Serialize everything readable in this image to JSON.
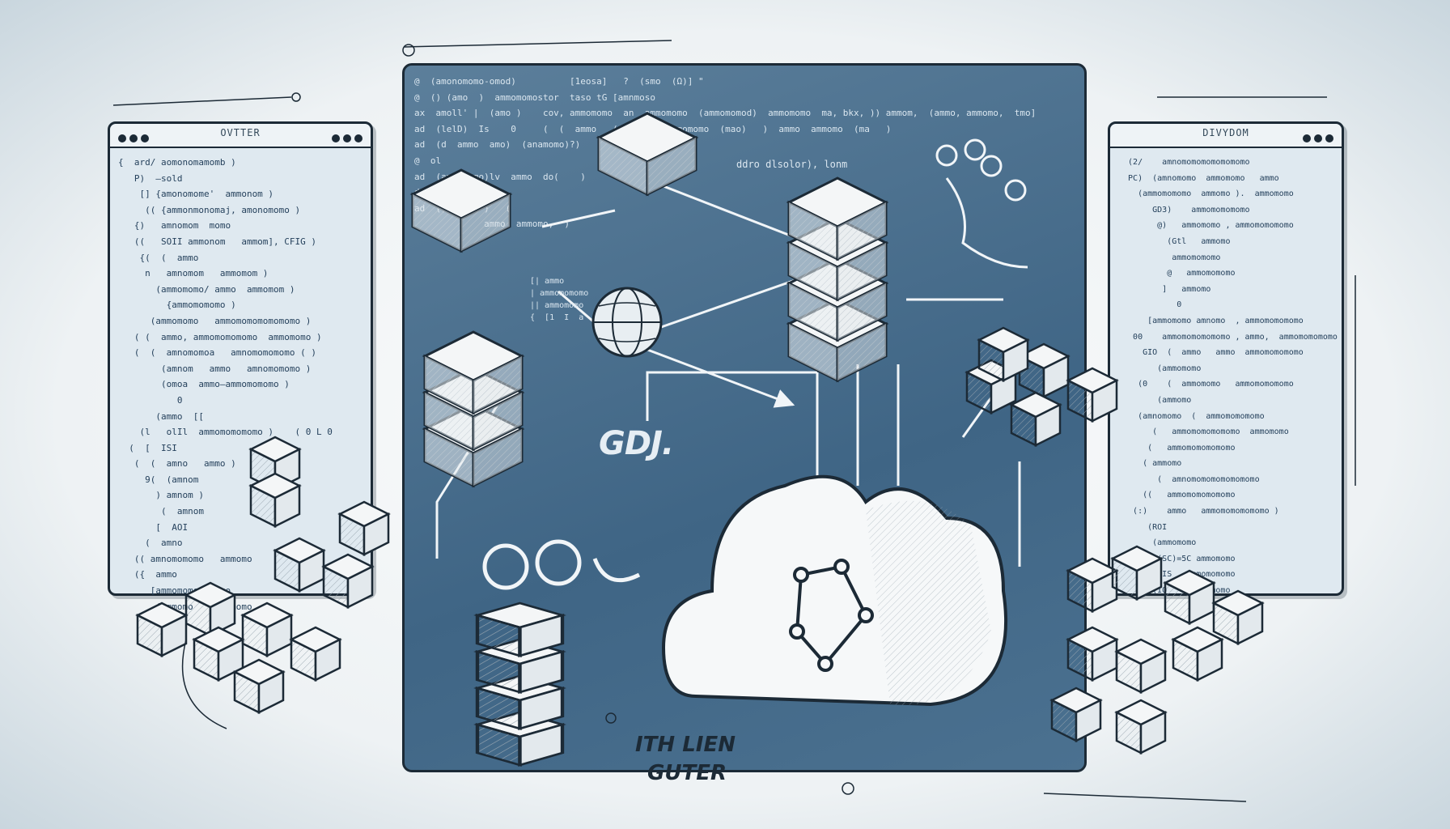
{
  "left_window": {
    "title": "OVTTER",
    "code_lines": [
      "{  ard/ aomonomamomb )",
      "   P)  —sold",
      "    [] {amonomome'  ammonom )",
      "     (( {ammonmonomaj, amonomomo )",
      "   {)   amnomom  momo",
      "   ((   SOII ammonom   ammom], CFIG )",
      "    {(  (  ammo",
      "     n   amnomom   ammomom )",
      "       (ammomomo/ ammo  ammomom )",
      "         {ammomomomo )",
      "      (ammomomo   ammomomomomomomo )",
      "   ( (  ammo, ammomomomomo  ammomomo )",
      "   (  (  amnomomoa   amnomomomomo ( )",
      "        (amnom   ammo   amnomomomo )",
      "        (omoa  ammo—ammomomomo )",
      "           0",
      "       (ammo  [[",
      "    (l   olIl  ammomomomomo )    ( 0 L 0",
      "  (  [  ISI",
      "   (  (  amno   ammo )",
      "     9(  (amnom",
      "       ) amnom )",
      "        (  amnom",
      "       [  AOI",
      "     (  amno",
      "   (( amnomomomo   ammomo",
      "   ({  ammo",
      "      [ammomomo  ammo",
      "       {ammomo   ammomomo"
    ]
  },
  "right_window": {
    "title": "DIVYDOM",
    "code_lines": [
      "  (2/    amnomomomomomomomo",
      "  PC)  (amnomomo  ammomomo   ammo",
      "    (ammomomomo  ammomo ).  ammomomo",
      "       GD3)    ammomomomomo",
      "        @)   ammomomo , ammomomomomo",
      "          (Gtl   ammomo",
      "           ammomomomo",
      "          @   ammomomomo",
      "         ]   ammomo",
      "            0",
      "      [ammomomo amnomo  , ammomomomomo",
      "   00    ammomomomomomo , ammo,  ammomomomomo",
      "     GIO  (  ammo   ammo  ammomomomomo",
      "        (ammomomo",
      "    (0    (  ammomomo   ammomomomomo",
      "        (ammomo",
      "    (amnomomo  (  ammomomomomo",
      "       (   ammomomomomomo  ammomomo",
      "      (   ammomomomomomo",
      "     ( ammomo",
      "        (  amnomomomomomomomo",
      "     ((   ammomomomomomo",
      "   (:)    ammo   ammomomomomomo )",
      "      (ROI",
      "       (ammomomo",
      "        (SC)=5C ammomomo",
      "     :  CIS   ammomomomo",
      "       (IO   ammomomomo"
    ]
  },
  "center_panel": {
    "code_lines": [
      "@  (amonomomo-omod)          [1eosa]   ?  (smo  (Ω)] \"",
      "@  () (amo  )  ammomomostor  taso tG [amnmoso",
      "ax  amoll' |  (amo )    cov, ammomomo  an  ammomomo  (ammomomod)  ammomomo  ma, bkx, )) ammom,  (ammo, ammomo,  tmo]",
      "ad  (lelD)  Is    0     (  (  ammo   (ammomo   ammomomo  (mao)   )  ammo  ammomo  (ma   )",
      "ad  (d  ammo  amo)  (anamomo)?)",
      "@  ol",
      "ad  (amnomomo)lv  ammo  do(    )",
      "d   (amno",
      "ad  ()mmol   )   (",
      "             ammo  ammomo,  )"
    ],
    "snippet_lines": [
      "[| ammo",
      "| ammomomomo",
      "|| ammomomo",
      "{  [1  I  a"
    ],
    "annotation": "ddro  dlsolor), lonm"
  },
  "labels": {
    "gdj": "GDJ.",
    "footer_line1": "ITH LIEN",
    "footer_line2": "GUTER"
  },
  "colors": {
    "ink": "#1c2a36",
    "panel_blue": "#3f6585",
    "window_fill": "#dfe9f0",
    "code_text": "#25415c"
  }
}
